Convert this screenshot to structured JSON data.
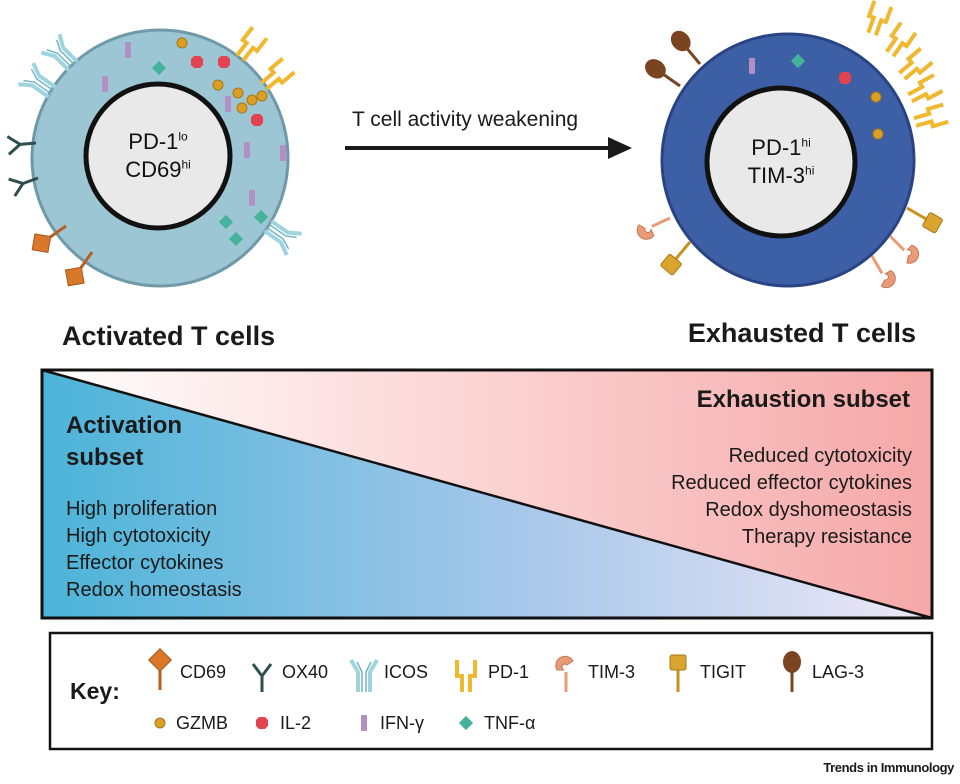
{
  "arrow_label": "T cell activity weakening",
  "activated_cell": {
    "marker1": "PD-1",
    "marker1_sup": "lo",
    "marker2": "CD69",
    "marker2_sup": "hi",
    "title": "Activated T cells",
    "fill_color": "#9cc6d3"
  },
  "exhausted_cell": {
    "marker1": "PD-1",
    "marker1_sup": "hi",
    "marker2": "TIM-3",
    "marker2_sup": "hi",
    "title": "Exhausted T cells",
    "fill_color": "#3c5fa6"
  },
  "activation_subset": {
    "title_line1": "Activation",
    "title_line2": "subset",
    "features": [
      "High proliferation",
      "High cytotoxicity",
      "Effector cytokines",
      "Redox homeostasis"
    ],
    "color": "#4bb4d8"
  },
  "exhaustion_subset": {
    "title": "Exhaustion subset",
    "features": [
      "Reduced cytotoxicity",
      "Reduced effector cytokines",
      "Redox dyshomeostasis",
      "Therapy resistance"
    ],
    "color": "#f5a8a8"
  },
  "key": {
    "label": "Key:",
    "receptors": [
      {
        "name": "CD69",
        "icon": "cd69-icon",
        "color": "#d9772a"
      },
      {
        "name": "OX40",
        "icon": "ox40-icon",
        "color": "#2f4f4f"
      },
      {
        "name": "ICOS",
        "icon": "icos-icon",
        "color": "#9fd4df"
      },
      {
        "name": "PD-1",
        "icon": "pd1-icon",
        "color": "#f0b82e"
      },
      {
        "name": "TIM-3",
        "icon": "tim3-icon",
        "color": "#e99b78"
      },
      {
        "name": "TIGIT",
        "icon": "tigit-icon",
        "color": "#c8901e"
      },
      {
        "name": "LAG-3",
        "icon": "lag3-icon",
        "color": "#7a4420"
      }
    ],
    "molecules": [
      {
        "name": "GZMB",
        "icon": "gzmb-icon",
        "color": "#d9a023"
      },
      {
        "name": "IL-2",
        "icon": "il2-icon",
        "color": "#e2434f"
      },
      {
        "name": "IFN-γ",
        "icon": "ifng-icon",
        "color": "#b191c4"
      },
      {
        "name": "TNF-α",
        "icon": "tnfa-icon",
        "color": "#46b29c"
      }
    ]
  },
  "credit_text": "Trends in Immunology"
}
